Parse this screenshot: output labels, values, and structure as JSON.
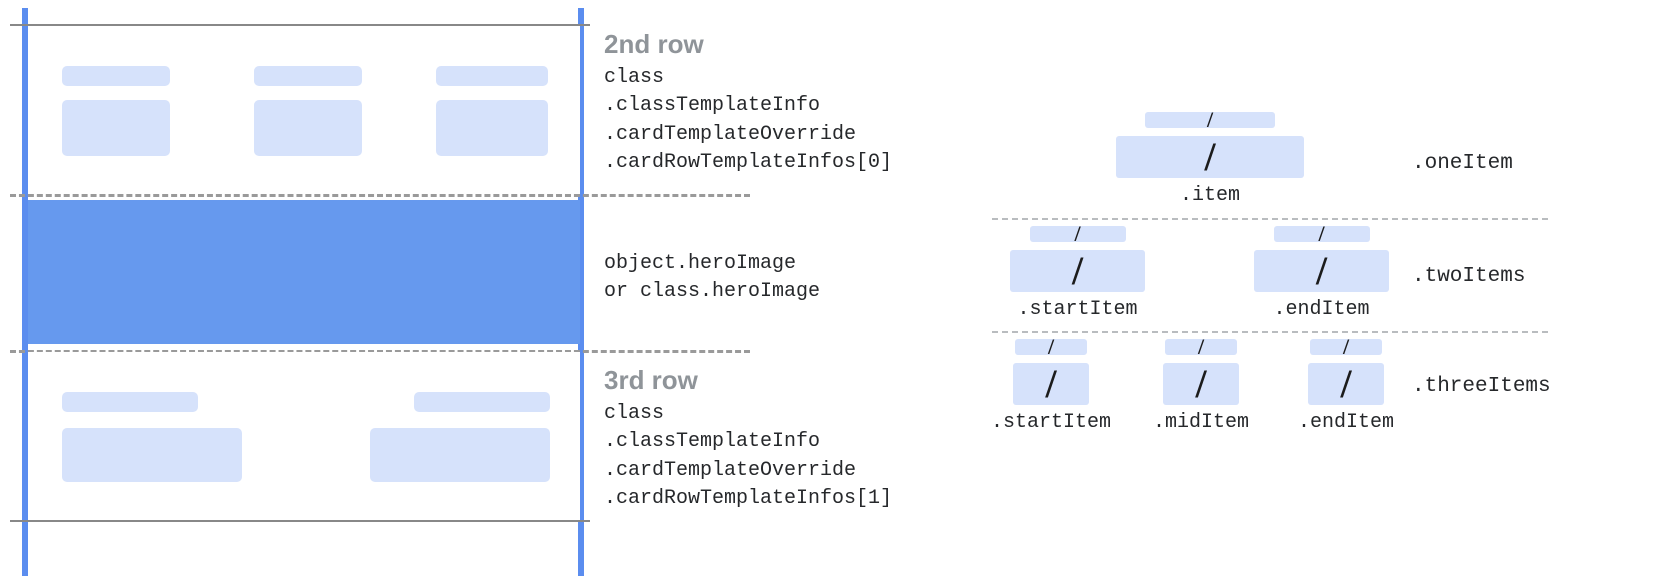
{
  "left_panel": {
    "rows": [
      {
        "title": "2nd row",
        "code": "class\n.classTemplateInfo\n.cardTemplateOverride\n.cardRowTemplateInfos[0]"
      },
      {
        "title": "3rd row",
        "code": "class\n.classTemplateInfo\n.cardTemplateOverride\n.cardRowTemplateInfos[1]"
      }
    ],
    "hero": {
      "code": "object.heroImage\nor class.heroImage"
    }
  },
  "right_panel": {
    "slash_glyph": "/",
    "groups": [
      {
        "group_label": ".oneItem",
        "items": [
          {
            "label": ".item"
          }
        ]
      },
      {
        "group_label": ".twoItems",
        "items": [
          {
            "label": ".startItem"
          },
          {
            "label": ".endItem"
          }
        ]
      },
      {
        "group_label": ".threeItems",
        "items": [
          {
            "label": ".startItem"
          },
          {
            "label": ".midItem"
          },
          {
            "label": ".endItem"
          }
        ]
      }
    ]
  },
  "colors": {
    "rail_blue": "#5b8def",
    "hero_blue": "#6699ee",
    "placeholder_blue": "#d6e2fb",
    "rule_grey": "#888888",
    "dash_grey": "#9a9a9a",
    "title_grey": "#8f9499",
    "code_black": "#26282b"
  }
}
